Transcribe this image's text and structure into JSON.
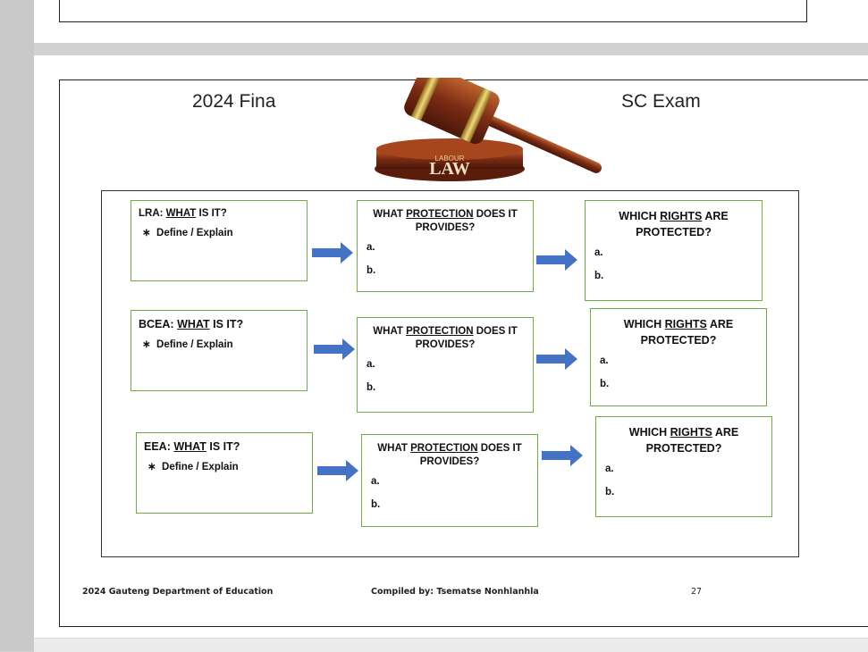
{
  "slide": {
    "title_left": "2024 Fina",
    "title_right": "SC Exam",
    "logo_text_top": "LABOUR",
    "logo_text_main": "LAW"
  },
  "rows": [
    {
      "define": {
        "prefix": "LRA: ",
        "what": "WHAT",
        "suffix": " IS IT?",
        "bullet": "∗",
        "bullet_text": "Define / Explain"
      },
      "protection": {
        "pre": "WHAT ",
        "key": "PROTECTION",
        "post": " DOES IT PROVIDES?",
        "a": "a.",
        "b": "b."
      },
      "rights": {
        "pre": "WHICH ",
        "key": "RIGHTS",
        "post": " ARE PROTECTED?",
        "a": "a.",
        "b": "b."
      }
    },
    {
      "define": {
        "prefix": "BCEA: ",
        "what": "WHAT",
        "suffix": " IS IT?",
        "bullet": "∗",
        "bullet_text": "Define / Explain"
      },
      "protection": {
        "pre": "WHAT ",
        "key": "PROTECTION",
        "post": " DOES IT PROVIDES?",
        "a": "a.",
        "b": "b."
      },
      "rights": {
        "pre": "WHICH ",
        "key": "RIGHTS",
        "post": " ARE PROTECTED?",
        "a": "a.",
        "b": "b."
      }
    },
    {
      "define": {
        "prefix": "EEA: ",
        "what": "WHAT",
        "suffix": " IS IT?",
        "bullet": "∗",
        "bullet_text": "Define / Explain"
      },
      "protection": {
        "pre": "WHAT ",
        "key": "PROTECTION",
        "post": " DOES IT PROVIDES?",
        "a": "a.",
        "b": "b."
      },
      "rights": {
        "pre": "WHICH ",
        "key": "RIGHTS",
        "post": " ARE PROTECTED?",
        "a": "a.",
        "b": "b."
      }
    }
  ],
  "footer": {
    "left": "2024 Gauteng Department of Education",
    "center": "Compiled by: Tsematse Nonhlanhla",
    "page_number": "27"
  },
  "colors": {
    "box_border": "#70ad47",
    "arrow": "#4472c4",
    "gavel": "#7b2b14"
  }
}
